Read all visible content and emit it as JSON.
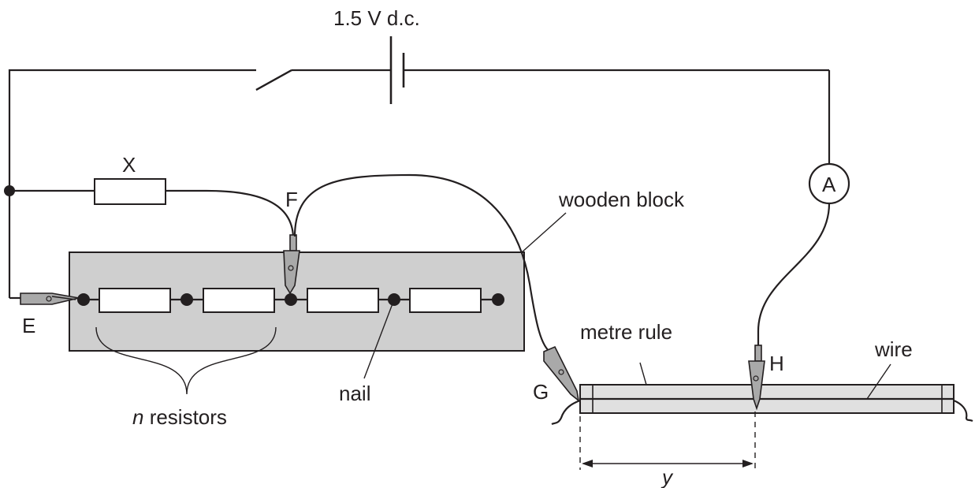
{
  "labels": {
    "supply": "1.5 V d.c.",
    "resistor_x": "X",
    "clip_f": "F",
    "clip_e": "E",
    "clip_g": "G",
    "clip_h": "H",
    "ammeter": "A",
    "wooden_block": "wooden block",
    "metre_rule": "metre rule",
    "wire": "wire",
    "nail": "nail",
    "n_symbol": "n",
    "resistors_text": " resistors",
    "distance": "y"
  },
  "colors": {
    "ink": "#231f20",
    "wooden_block": "#cfcfcf",
    "metre_rule": "#e0e0e0",
    "clip": "#a9a9a9"
  }
}
